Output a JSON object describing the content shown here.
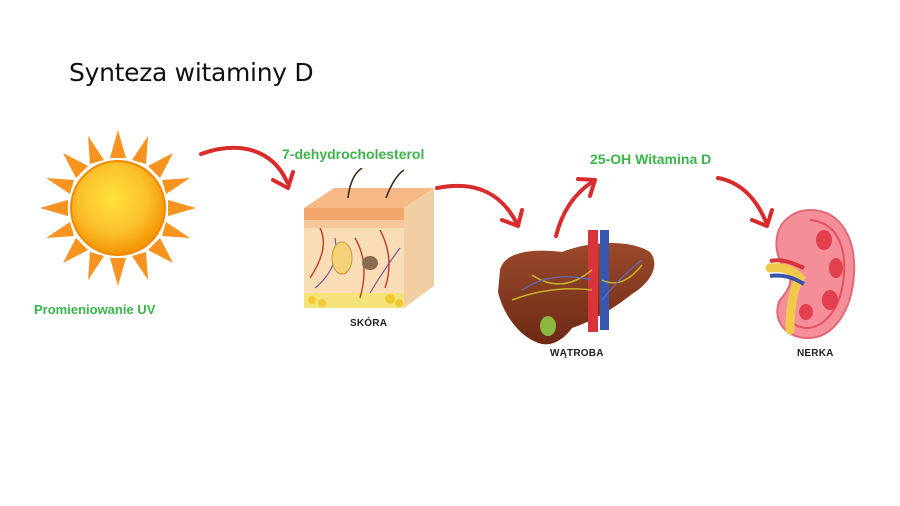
{
  "slide": {
    "title": "Synteza witaminy D"
  },
  "labels": {
    "uv": "Promieniowanie UV",
    "dehydro": "7-dehydrocholesterol",
    "oh": "25-OH Witamina D",
    "skin": "SKÓRA",
    "liver": "WĄTROBA",
    "kidney": "NERKA"
  },
  "colors": {
    "accent_green": "#3bb54a",
    "arrow_red": "#d92b2b",
    "sun_orange": "#f7931e"
  },
  "icons": [
    "sun-icon",
    "skin-cross-section-icon",
    "liver-icon",
    "kidney-icon"
  ]
}
